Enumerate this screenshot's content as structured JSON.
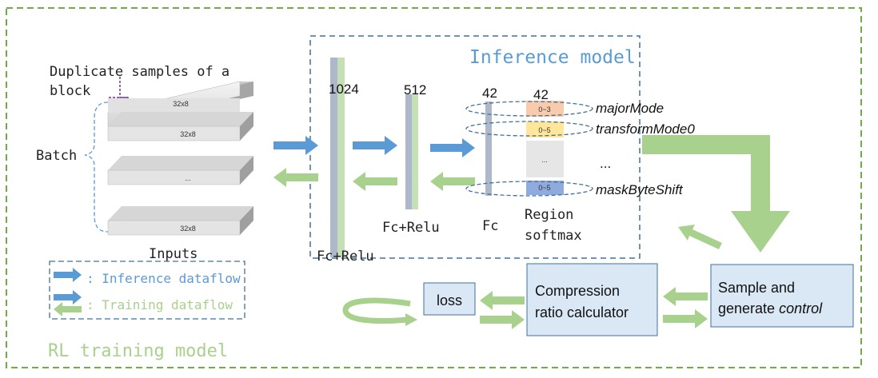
{
  "outer": {
    "label": "RL training model"
  },
  "inference_box": {
    "label": "Inference model"
  },
  "inputs": {
    "duplicate_label_line1": "Duplicate samples of a",
    "duplicate_label_line2": "block",
    "batch_label": "Batch",
    "block_labels": [
      "32x8",
      "32x8",
      "...",
      "32x8"
    ],
    "caption": "Inputs"
  },
  "network": {
    "layer1": {
      "size": "1024",
      "caption": "Fc+Relu"
    },
    "layer2": {
      "size": "512",
      "caption": "Fc+Relu"
    },
    "layer3": {
      "size": "42",
      "caption": "Fc"
    },
    "softmax": {
      "size": "42",
      "caption_line1": "Region",
      "caption_line2": "softmax",
      "cells": [
        "0~3",
        "0~5",
        "...",
        "0~5"
      ],
      "outputs": [
        "majorMode",
        "transformMode0",
        "...",
        "maskByteShift"
      ]
    }
  },
  "legend": {
    "inference": ": Inference dataflow",
    "training": ": Training dataflow"
  },
  "boxes": {
    "loss": "loss",
    "compression_line1": "Compression",
    "compression_line2": "ratio calculator",
    "sample_line1": "Sample and",
    "sample_line2_prefix": "generate ",
    "sample_line2_italic": "control"
  },
  "colors": {
    "inference_blue": "#5b9bd5",
    "training_green": "#a9d18e",
    "frame_green": "#70ad47",
    "box_fill": "#dae7f5",
    "box_stroke": "#41719c"
  }
}
